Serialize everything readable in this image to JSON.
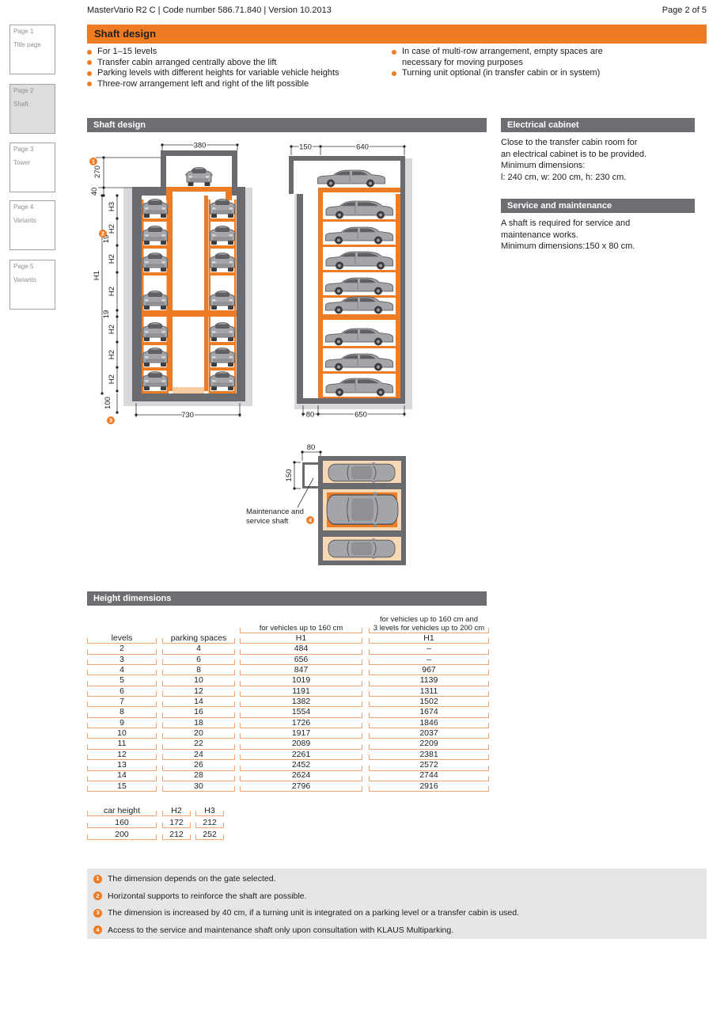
{
  "header": {
    "left": "MasterVario R2 C | Code number 586.71.840 | Version 10.2013",
    "right": "Page 2 of 5"
  },
  "sidebar": {
    "pages": [
      {
        "title": "Page 1",
        "subtitle": "Title page",
        "active": false
      },
      {
        "title": "Page 2",
        "subtitle": "Shaft",
        "active": true
      },
      {
        "title": "Page 3",
        "subtitle": "Tower",
        "active": false
      },
      {
        "title": "Page 4",
        "subtitle": "Variants",
        "active": false
      },
      {
        "title": "Page 5",
        "subtitle": "Variants",
        "active": false
      }
    ]
  },
  "title_bar": {
    "label": "Shaft design"
  },
  "intro_bullets": {
    "left": [
      "For 1–15 levels",
      "Transfer cabin arranged centrally above the lift",
      "Parking levels with different heights for variable vehicle heights",
      "Three-row arrangement left and right of the lift possible"
    ],
    "right": [
      "In case of multi-row arrangement, empty spaces are\nnecessary for moving purposes",
      "Turning unit optional (in transfer cabin or in system)"
    ]
  },
  "sections": {
    "shaft_design": "Shaft design",
    "electrical_cabinet": "Electrical cabinet",
    "service": "Service and maintenance",
    "height_dimensions": "Height dimensions"
  },
  "electrical_text": "Close to the transfer cabin room for\nan electrical cabinet is to be provided.\nMinimum dimensions:\nl: 240 cm, w: 200 cm, h: 230 cm.",
  "service_text": "A shaft is required for service and\nmaintenance works.\nMinimum dimensions:150 x 80 cm.",
  "diagrams": {
    "front": {
      "w380": "380",
      "h270": "270",
      "t40": "40",
      "h1": "H1",
      "h2": "H2",
      "h3": "H3",
      "s19": "19",
      "p100": "100",
      "w730": "730"
    },
    "side": {
      "w150": "150",
      "w640": "640",
      "w80": "80",
      "w650": "650"
    },
    "plan": {
      "w80": "80",
      "d150": "150",
      "label1": "Maintenance and",
      "label2": "service shaft"
    },
    "badges": {
      "b1": "1",
      "b2": "2",
      "b3": "3",
      "b4": "4"
    }
  },
  "height_table": {
    "col_headers": {
      "levels": "levels",
      "parking": "parking spaces",
      "g160": "for vehicles up to 160 cm",
      "g200a": "for vehicles up to 160 cm and",
      "g200b": "3 levels for vehicles up to 200 cm",
      "h1": "H1"
    },
    "rows": [
      [
        "2",
        "4",
        "484",
        "–"
      ],
      [
        "3",
        "6",
        "656",
        "–"
      ],
      [
        "4",
        "8",
        "847",
        "967"
      ],
      [
        "5",
        "10",
        "1019",
        "1139"
      ],
      [
        "6",
        "12",
        "1191",
        "1311"
      ],
      [
        "7",
        "14",
        "1382",
        "1502"
      ],
      [
        "8",
        "16",
        "1554",
        "1674"
      ],
      [
        "9",
        "18",
        "1726",
        "1846"
      ],
      [
        "10",
        "20",
        "1917",
        "2037"
      ],
      [
        "11",
        "22",
        "2089",
        "2209"
      ],
      [
        "12",
        "24",
        "2261",
        "2381"
      ],
      [
        "13",
        "26",
        "2452",
        "2572"
      ],
      [
        "14",
        "28",
        "2624",
        "2744"
      ],
      [
        "15",
        "30",
        "2796",
        "2916"
      ]
    ]
  },
  "car_table": {
    "headers": [
      "car height",
      "H2",
      "H3"
    ],
    "rows": [
      [
        "160",
        "172",
        "212"
      ],
      [
        "200",
        "212",
        "252"
      ]
    ]
  },
  "footnotes": [
    {
      "n": "1",
      "text": "The dimension depends on the gate selected."
    },
    {
      "n": "2",
      "text": "Horizontal supports to reinforce the shaft are possible."
    },
    {
      "n": "3",
      "text": "The dimension is increased by 40 cm, if a turning unit is integrated on a parking level or a transfer cabin is used."
    },
    {
      "n": "4",
      "text": "Access to the service and maintenance shaft only upon consultation with KLAUS Multiparking."
    }
  ],
  "colors": {
    "accent_orange": "#ee7c24",
    "bracket_orange": "#f0a472",
    "bar_gray": "#6d6e71",
    "wall_gray": "#6a6b6e",
    "shadow_gray": "#d8d9db",
    "pale_orange": "#f7d8b4",
    "note_bg": "#e6e6e6"
  }
}
